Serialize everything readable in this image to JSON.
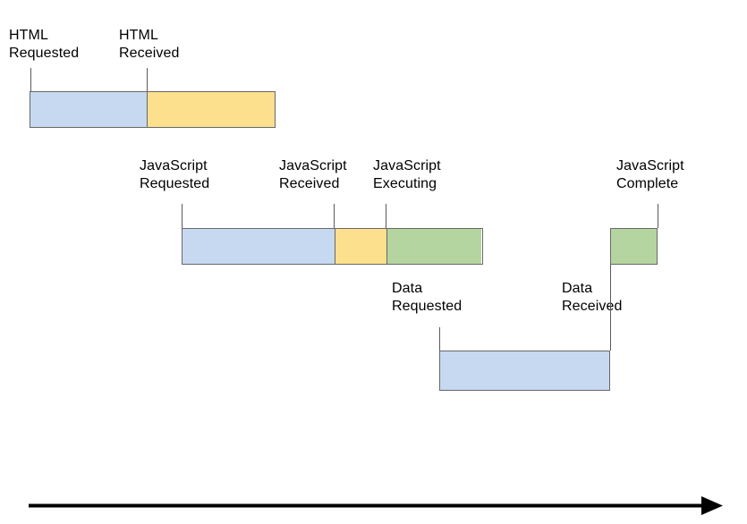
{
  "diagram": {
    "title": "Browser resource loading timeline",
    "colors": {
      "blue": "#c6d9f1",
      "yellow": "#fce08e",
      "green": "#b5d5a0",
      "stroke": "#686868",
      "leader": "#5a5a5a",
      "axis": "#000000",
      "background": "#ffffff"
    },
    "labels": [
      {
        "id": "html-requested",
        "line1": "HTML",
        "line2": "Requested"
      },
      {
        "id": "html-received",
        "line1": "HTML",
        "line2": "Received"
      },
      {
        "id": "javascript-requested",
        "line1": "JavaScript",
        "line2": "Requested"
      },
      {
        "id": "javascript-received",
        "line1": "JavaScript",
        "line2": "Received"
      },
      {
        "id": "javascript-executing",
        "line1": "JavaScript",
        "line2": "Executing"
      },
      {
        "id": "javascript-complete",
        "line1": "JavaScript",
        "line2": "Complete"
      },
      {
        "id": "data-requested",
        "line1": "Data",
        "line2": "Requested"
      },
      {
        "id": "data-received",
        "line1": "Data",
        "line2": "Received"
      }
    ],
    "rows": [
      {
        "id": "html-row",
        "name": "HTML",
        "segments": [
          {
            "id": "html-request-wait",
            "phase": "requested",
            "color": "blue"
          },
          {
            "id": "html-transfer",
            "phase": "received",
            "color": "yellow"
          }
        ]
      },
      {
        "id": "javascript-row",
        "name": "JavaScript",
        "segments": [
          {
            "id": "js-request-wait",
            "phase": "requested",
            "color": "blue"
          },
          {
            "id": "js-transfer",
            "phase": "received",
            "color": "yellow"
          },
          {
            "id": "js-executing",
            "phase": "executing",
            "color": "green"
          },
          {
            "id": "js-resume",
            "phase": "complete",
            "color": "green"
          }
        ]
      },
      {
        "id": "data-row",
        "name": "Data",
        "segments": [
          {
            "id": "data-request-wait",
            "phase": "requested",
            "color": "blue"
          }
        ]
      }
    ],
    "axis": {
      "id": "time-axis",
      "name": "time-arrow",
      "direction": "left-to-right"
    }
  }
}
